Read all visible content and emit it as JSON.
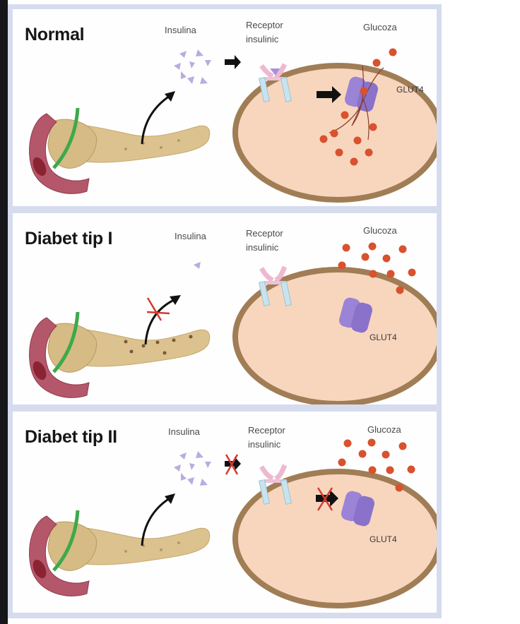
{
  "figure": {
    "colors": {
      "frame": "#d6dcee",
      "panel_bg": "#fefefe",
      "cell_fill": "#f8d6bd",
      "cell_membrane": "#a07d55",
      "insulin": "#b9ace0",
      "glucose": "#d9512e",
      "glut4": "#9b83d6",
      "receptor_pink": "#eeb9d0",
      "receptor_blue": "#c8e3ef",
      "pancreas": "#dcc28e",
      "duodenum": "#b5576a",
      "bile_duct": "#3da94a",
      "block_cross": "#d33a30",
      "arrow": "#111111"
    },
    "panels": [
      {
        "id": "normal",
        "title": "Normal",
        "insulin_label": "Insulina",
        "receptor_label_line1": "Receptor",
        "receptor_label_line2": "insulinic",
        "glucose_label": "Glucoza",
        "glut4_label": "GLUT4",
        "insulin_count": 8,
        "insulin_release_blocked": false,
        "receptor_binding_blocked": false,
        "glut4_translocation_blocked": false,
        "glut4_in_membrane": true,
        "glucose_outside_count": 2,
        "glucose_in_channel_count": 1,
        "glucose_inside_count": 8
      },
      {
        "id": "type1",
        "title": "Diabet tip I",
        "insulin_label": "Insulina",
        "receptor_label_line1": "Receptor",
        "receptor_label_line2": "insulinic",
        "glucose_label": "Glucoza",
        "glut4_label": "GLUT4",
        "insulin_count": 1,
        "insulin_release_blocked": true,
        "receptor_binding_blocked": false,
        "glut4_translocation_blocked": false,
        "glut4_in_membrane": false,
        "glucose_outside_count": 10,
        "glucose_in_channel_count": 0,
        "glucose_inside_count": 0
      },
      {
        "id": "type2",
        "title": "Diabet tip II",
        "insulin_label": "Insulina",
        "receptor_label_line1": "Receptor",
        "receptor_label_line2": "insulinic",
        "glucose_label": "Glucoza",
        "glut4_label": "GLUT4",
        "insulin_count": 8,
        "insulin_release_blocked": false,
        "receptor_binding_blocked": true,
        "glut4_translocation_blocked": true,
        "glut4_in_membrane": false,
        "glucose_outside_count": 10,
        "glucose_in_channel_count": 0,
        "glucose_inside_count": 0
      }
    ]
  }
}
